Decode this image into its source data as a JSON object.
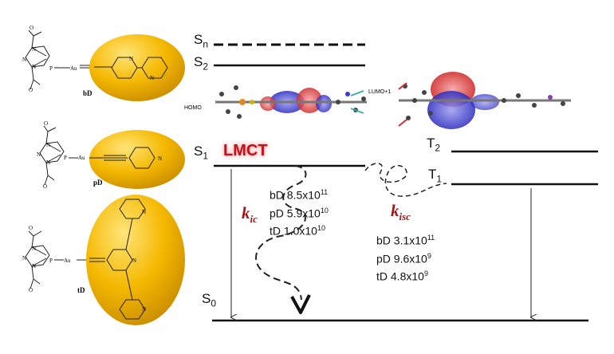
{
  "states": {
    "sn": "S",
    "sn_sub": "n",
    "s2": "S",
    "s2_sub": "2",
    "s1": "S",
    "s1_sub": "1",
    "s0": "S",
    "s0_sub": "0",
    "t2": "T",
    "t2_sub": "2",
    "t1": "T",
    "t1_sub": "1"
  },
  "lmct": "LMCT",
  "orbitals": {
    "homo": "HOMO",
    "lumo": "LUMO+1"
  },
  "kic": {
    "k": "k",
    "sub": "ic"
  },
  "kisc": {
    "k": "k",
    "sub": "isc"
  },
  "ic_rates": [
    {
      "name": "bD",
      "mantissa": "8.5x10",
      "exp": "11"
    },
    {
      "name": "pD",
      "mantissa": "5.9x10",
      "exp": "10"
    },
    {
      "name": "tD",
      "mantissa": "1.0x10",
      "exp": "10"
    }
  ],
  "isc_rates": [
    {
      "name": "bD",
      "mantissa": "3.1x10",
      "exp": "11"
    },
    {
      "name": "pD",
      "mantissa": "9.6x10",
      "exp": "9"
    },
    {
      "name": "tD",
      "mantissa": "4.8x10",
      "exp": "9"
    }
  ],
  "molecules": [
    {
      "code": "bD",
      "N": "N",
      "P": "P",
      "Au": "Au",
      "O": "O"
    },
    {
      "code": "pD",
      "N": "N",
      "P": "P",
      "Au": "Au",
      "O": "O"
    },
    {
      "code": "tD",
      "N": "N",
      "P": "P",
      "Au": "Au",
      "O": "O"
    }
  ],
  "colors": {
    "ellipse": "#f2b400",
    "ellipse_light": "#ffd84a",
    "lmct": "#c0121a",
    "k": "#a01818",
    "orbital_red": "#e04040",
    "orbital_blue": "#3a3ad0"
  }
}
